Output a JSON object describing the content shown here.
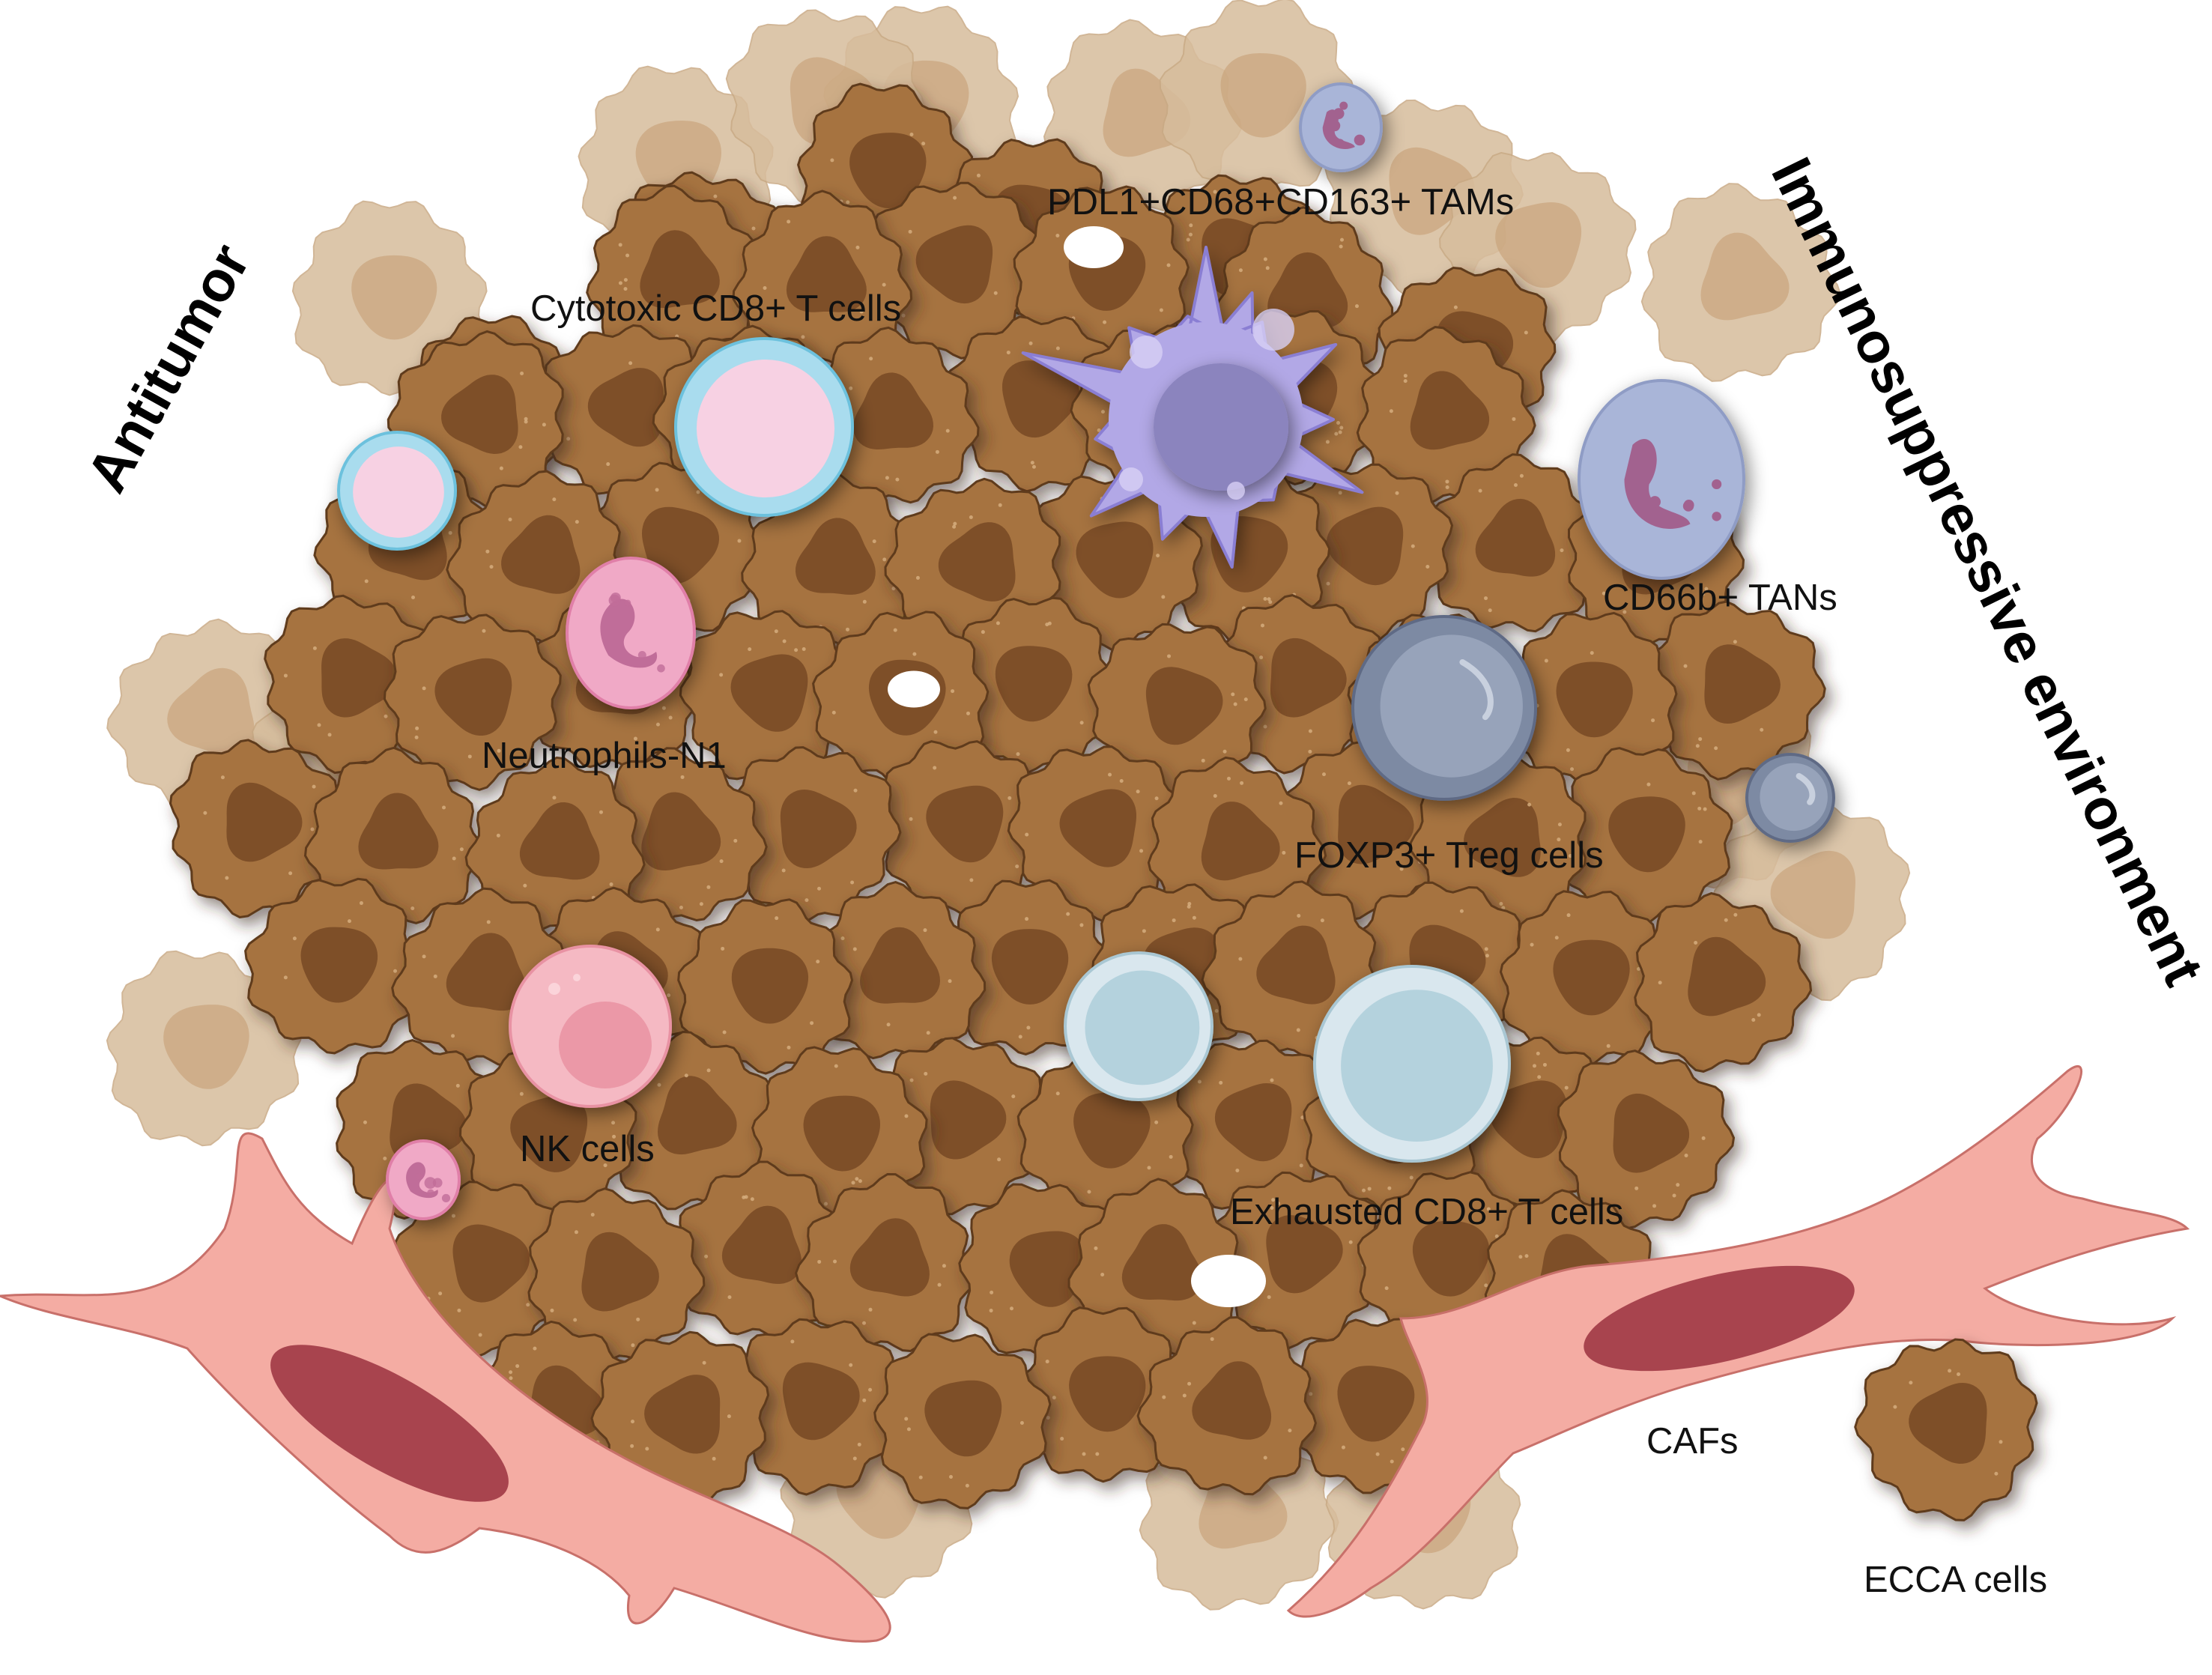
{
  "headings": {
    "left": "Antitumor",
    "right": "Immunosuppressive environment"
  },
  "labels": {
    "cytotoxic_cd8": "Cytotoxic CD8+ T cells",
    "neutrophils_n1": "Neutrophils-N1",
    "nk_cells": "NK cells",
    "tams": "PDL1+CD68+CD163+ TAMs",
    "tans": "CD66b+ TANs",
    "tregs": "FOXP3+ Treg cells",
    "exhausted_cd8": "Exhausted CD8+ T cells",
    "cafs": "CAFs",
    "ecca": "ECCA cells"
  },
  "colors": {
    "tumor_cell": "#a6733f",
    "tumor_nucleus": "#7e4f28",
    "tumor_faded": "#d7bd9c",
    "caf": "#f4aca3",
    "caf_nucleus": "#a8444e",
    "t_cell_ring": "#a9dcee",
    "t_cell_core": "#f7d1e3",
    "neutrophil": "#f0a9c6",
    "neutrophil_nucleus": "#c06d99",
    "nk_cell": "#f5b9c3",
    "tam": "#b2a8e6",
    "tam_nucleus": "#8b84be",
    "tan": "#a9b5d8",
    "treg": "#7d8aa3",
    "exhausted_t": "#d9e7ee",
    "exhausted_core": "#b4d2dd"
  }
}
